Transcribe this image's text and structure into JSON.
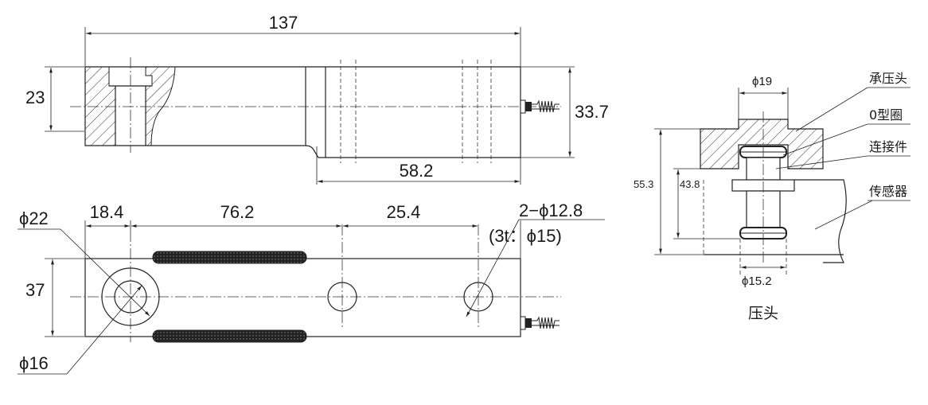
{
  "side_view": {
    "length": "137",
    "height": "23",
    "height_with_cable": "33.7",
    "offset": "58.2"
  },
  "top_view": {
    "hole_large_outer": "ϕ22",
    "hole_large_inner": "ϕ16",
    "dist_1": "18.4",
    "dist_2": "76.2",
    "dist_3": "25.4",
    "width": "37",
    "mount_holes": "2−ϕ12.8",
    "mount_holes_note": "(3t：ϕ15)"
  },
  "detail": {
    "dia_top": "ϕ19",
    "dia_bottom": "ϕ15.2",
    "h_total": "55.3",
    "h_inner": "43.8",
    "label_head": "承压头",
    "label_oring": "0型圈",
    "label_connector": "连接件",
    "label_sensor": "传感器",
    "caption": "压头"
  }
}
